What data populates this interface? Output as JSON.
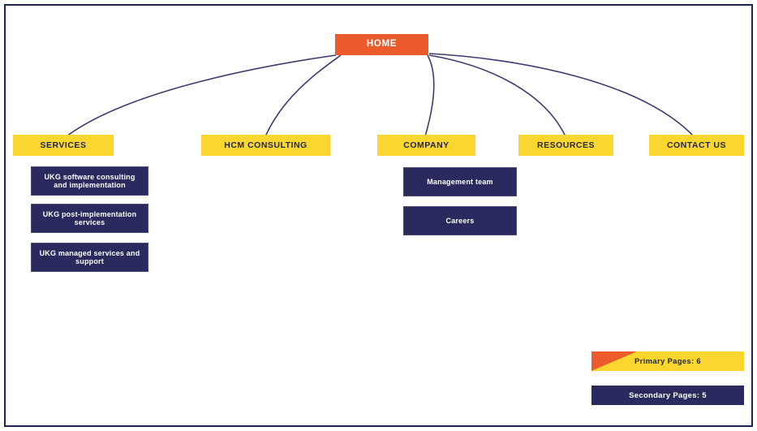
{
  "diagram": {
    "type": "sitemap",
    "root": {
      "label": "HOME",
      "level": "primary"
    },
    "primary_pages": [
      {
        "label": "SERVICES"
      },
      {
        "label": "HCM CONSULTING"
      },
      {
        "label": "COMPANY"
      },
      {
        "label": "RESOURCES"
      },
      {
        "label": "CONTACT US"
      }
    ],
    "secondary_pages": [
      {
        "label": "UKG software consulting and implementation",
        "parent": "SERVICES"
      },
      {
        "label": "UKG post-implementation services",
        "parent": "SERVICES"
      },
      {
        "label": "UKG managed services and support",
        "parent": "SERVICES"
      },
      {
        "label": "Management team",
        "parent": "COMPANY"
      },
      {
        "label": "Careers",
        "parent": "COMPANY"
      }
    ]
  },
  "legend": {
    "primary": "Primary Pages: 6",
    "secondary": "Secondary Pages: 5"
  },
  "colors": {
    "home_orange": "#ec5b2b",
    "primary_yellow": "#fbd62e",
    "secondary_navy": "#2a2a5e",
    "border_navy": "#1d2352",
    "connector": "#3b3b6d"
  }
}
